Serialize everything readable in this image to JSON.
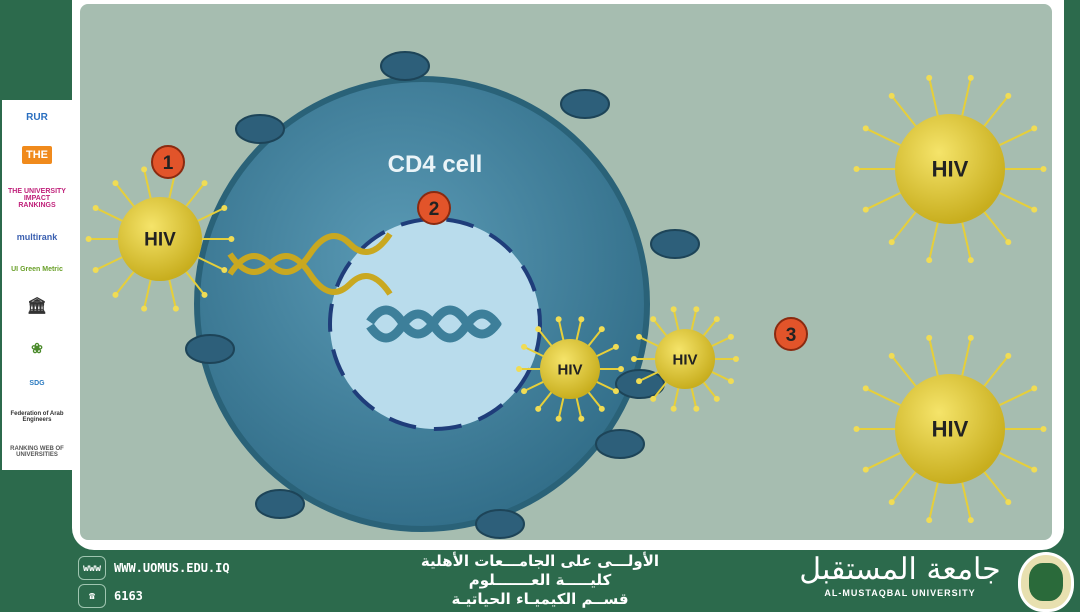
{
  "diagram": {
    "cell_label": "CD4 cell",
    "virus_label": "HIV",
    "steps": [
      "1",
      "2",
      "3"
    ],
    "colors": {
      "background": "#a6bdb0",
      "cell": "#3f7f9a",
      "nucleus": "#b9dcec",
      "virus": "#e6cf3a",
      "step_badge": "#e2542a"
    }
  },
  "sidebar_logos": [
    "RUR",
    "THE",
    "THE UNIVERSITY IMPACT RANKINGS",
    "multirank",
    "UI Green Metric",
    "building-icon",
    "laurel-logo",
    "SDG",
    "Federation of Arab Engineers",
    "RANKING WEB OF UNIVERSITIES"
  ],
  "footer": {
    "website": "WWW.UOMUS.EDU.IQ",
    "phone": "6163",
    "tagline_lines": [
      "الأولـــى على الجامـــعات الأهلية",
      "كليـــــة العـــــــلوم",
      "قســم الكيميـاء الحياتيـة"
    ],
    "university_ar": "جامعة المستقبل",
    "university_en": "AL-MUSTAQBAL UNIVERSITY"
  }
}
